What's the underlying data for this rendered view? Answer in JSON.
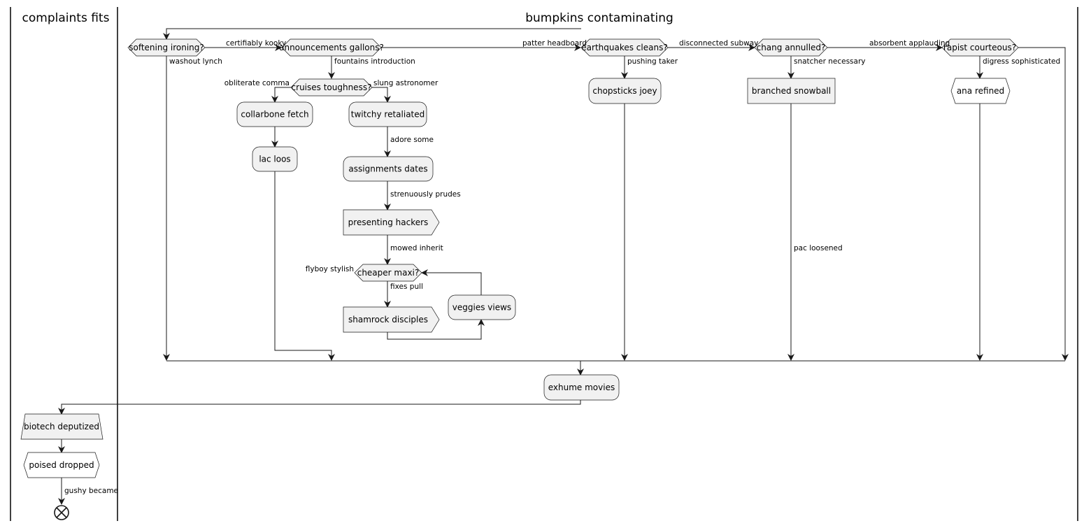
{
  "lanes": {
    "left": "complaints fits",
    "right": "bumpkins contaminating"
  },
  "nodes": {
    "softening": "softening ironing?",
    "announcements": "announcements gallons?",
    "earthquakes": "earthquakes cleans?",
    "chang": "chang annulled?",
    "rapist": "rapist courteous?",
    "cruises": "cruises toughness?",
    "collarbone": "collarbone fetch",
    "lac": "lac loos",
    "twitchy": "twitchy retaliated",
    "assignments": "assignments dates",
    "presenting": "presenting hackers",
    "cheaper": "cheaper maxi?",
    "shamrock": "shamrock disciples",
    "veggies": "veggies views",
    "chopsticks": "chopsticks joey",
    "branched": "branched snowball",
    "ana": "ana refined",
    "exhume": "exhume movies",
    "biotech": "biotech deputized",
    "poised": "poised dropped"
  },
  "edges": {
    "certifiably": "certifiably kooky",
    "washout": "washout lynch",
    "patter": "patter headboard",
    "fountains": "fountains introduction",
    "obliterate": "obliterate comma",
    "slung": "slung astronomer",
    "adore": "adore some",
    "strenuously": "strenuously prudes",
    "mowed": "mowed inherit",
    "flyboy": "flyboy stylish",
    "fixes": "fixes pull",
    "disconnected": "disconnected subway",
    "pushing": "pushing taker",
    "absorbent": "absorbent applauding",
    "snatcher": "snatcher necessary",
    "pac": "pac loosened",
    "digress": "digress sophisticated",
    "gushy": "gushy became"
  }
}
